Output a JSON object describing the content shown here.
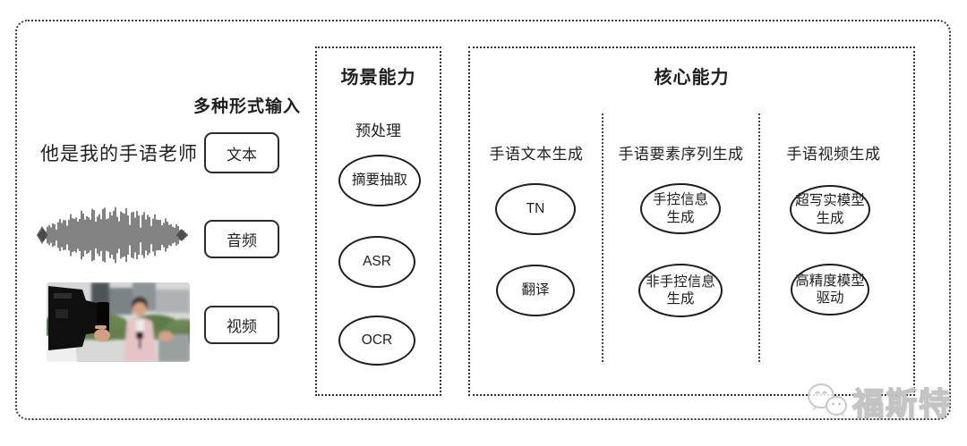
{
  "colors": {
    "background": "#ffffff",
    "ink": "#1f1f1f",
    "border": "#333333",
    "watermark_gray": "#c3c3c3"
  },
  "input_section": {
    "label": "多种形式输入",
    "text_example": "他是我的手语老师",
    "items": [
      {
        "tag": "文本",
        "icon": "text-example"
      },
      {
        "tag": "音频",
        "icon": "waveform-icon"
      },
      {
        "tag": "视频",
        "icon": "video-thumbnail"
      }
    ]
  },
  "scene_box": {
    "title": "场景能力",
    "subtitle": "预处理",
    "nodes": [
      "摘要抽取",
      "ASR",
      "OCR"
    ]
  },
  "core_box": {
    "title": "核心能力",
    "columns": [
      {
        "header": "手语文本生成",
        "nodes": [
          "TN",
          "翻译"
        ]
      },
      {
        "header": "手语要素序列生成",
        "nodes": [
          "手控信息\n生成",
          "非手控信息\n生成"
        ]
      },
      {
        "header": "手语视频生成",
        "nodes": [
          "超写实模型\n生成",
          "高精度模型\n驱动"
        ]
      }
    ]
  },
  "watermark": {
    "text": "福斯特",
    "logo": "chat-bubbles-icon"
  }
}
